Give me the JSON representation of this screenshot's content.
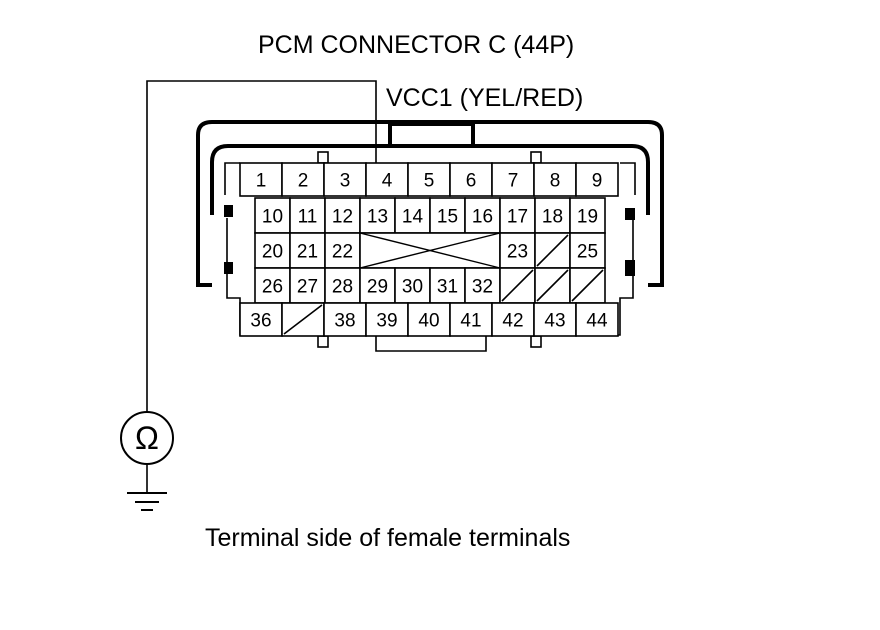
{
  "title": "PCM CONNECTOR C (44P)",
  "wire_label": "VCC1 (YEL/RED)",
  "caption": "Terminal side of female terminals",
  "meter_symbol": "Ω",
  "pins": [
    "1",
    "2",
    "3",
    "4",
    "5",
    "6",
    "7",
    "8",
    "9",
    "10",
    "11",
    "12",
    "13",
    "14",
    "15",
    "16",
    "17",
    "18",
    "19",
    "20",
    "21",
    "22",
    "23",
    "25",
    "26",
    "27",
    "28",
    "29",
    "30",
    "31",
    "32",
    "36",
    "38",
    "39",
    "40",
    "41",
    "42",
    "43",
    "44"
  ]
}
